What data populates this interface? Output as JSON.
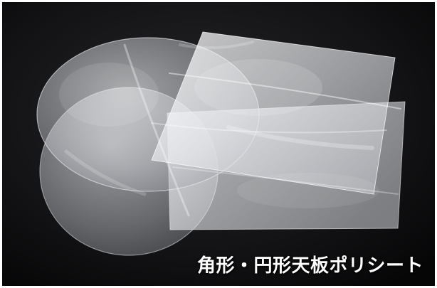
{
  "caption": {
    "text": "角形・円形天板ポリシート"
  },
  "colors": {
    "background": "#0c0c0e",
    "sheet": "#ffffff",
    "caption": "#ffffff",
    "frame": "#ffffff"
  },
  "objects": [
    {
      "name": "circular-poly-sheet",
      "shape": "circle",
      "count": 2
    },
    {
      "name": "square-poly-sheet",
      "shape": "rectangle",
      "count": 2
    }
  ]
}
